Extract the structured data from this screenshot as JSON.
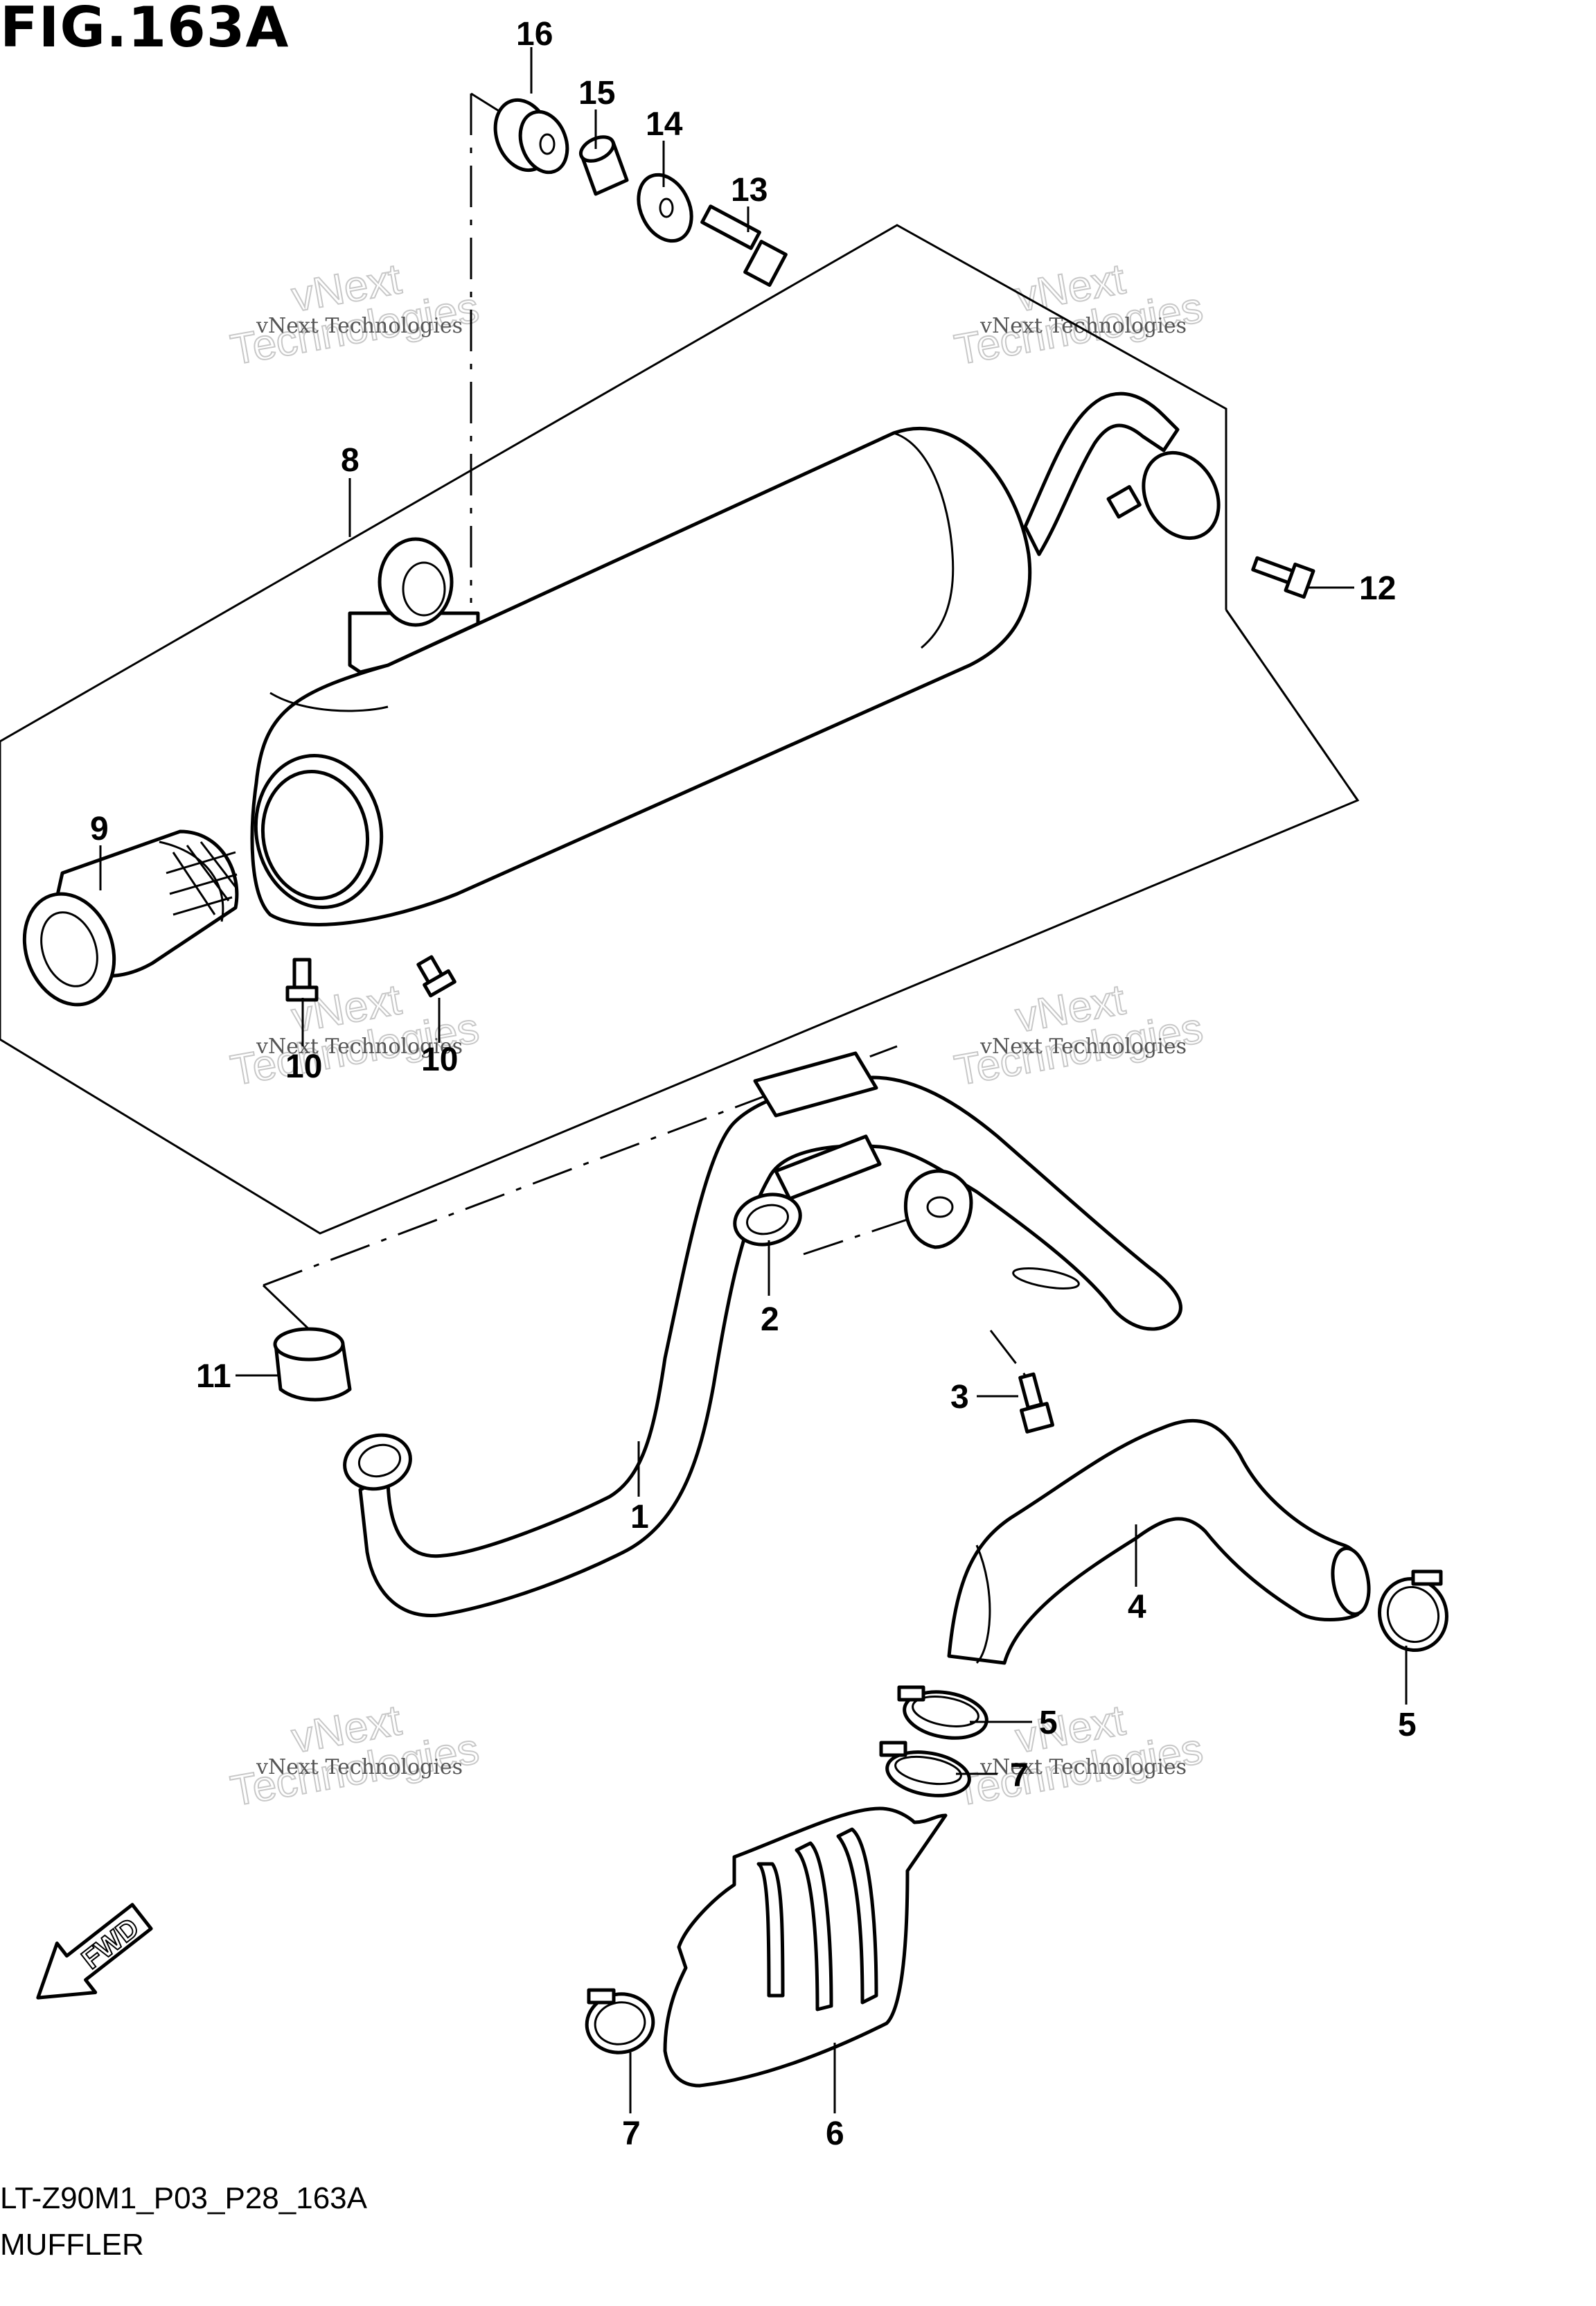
{
  "figure": {
    "title": "FIG.163A",
    "code": "LT-Z90M1_P03_P28_163A",
    "name": "MUFFLER"
  },
  "watermark": {
    "line1": "vNext Technologies",
    "line2": "Technologies",
    "line3": "vNext"
  },
  "fwd_label": "FWD",
  "callouts": [
    {
      "id": "c1",
      "label": "1"
    },
    {
      "id": "c2",
      "label": "2"
    },
    {
      "id": "c3",
      "label": "3"
    },
    {
      "id": "c4",
      "label": "4"
    },
    {
      "id": "c5a",
      "label": "5"
    },
    {
      "id": "c5b",
      "label": "5"
    },
    {
      "id": "c6",
      "label": "6"
    },
    {
      "id": "c7a",
      "label": "7"
    },
    {
      "id": "c7b",
      "label": "7"
    },
    {
      "id": "c8",
      "label": "8"
    },
    {
      "id": "c9",
      "label": "9"
    },
    {
      "id": "c10a",
      "label": "10"
    },
    {
      "id": "c10b",
      "label": "10"
    },
    {
      "id": "c11",
      "label": "11"
    },
    {
      "id": "c12",
      "label": "12"
    },
    {
      "id": "c13",
      "label": "13"
    },
    {
      "id": "c14",
      "label": "14"
    },
    {
      "id": "c15",
      "label": "15"
    },
    {
      "id": "c16",
      "label": "16"
    }
  ]
}
